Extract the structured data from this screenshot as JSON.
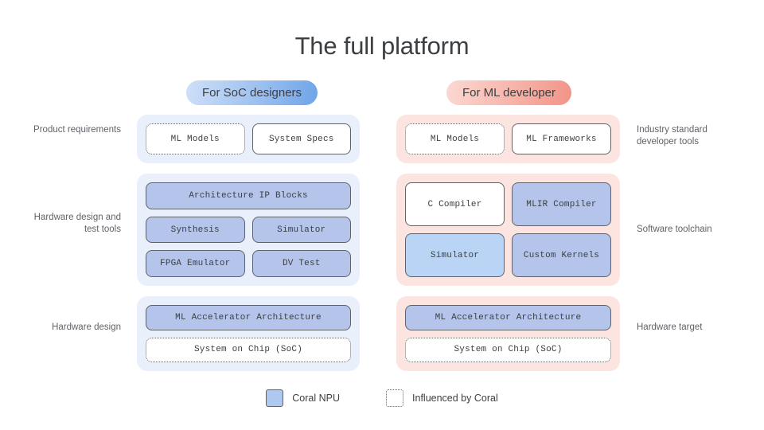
{
  "title": "The full platform",
  "columns": {
    "left_pill": "For SoC designers",
    "right_pill": "For ML developer"
  },
  "row_labels": {
    "left": [
      "Product requirements",
      "Hardware design and test tools",
      "Hardware design"
    ],
    "right": [
      "Industry standard developer tools",
      "Software toolchain",
      "Hardware target"
    ]
  },
  "panels": {
    "left": [
      {
        "rows": [
          [
            {
              "label": "ML Models",
              "style": "dotted"
            },
            {
              "label": "System Specs",
              "style": "solid"
            }
          ]
        ]
      },
      {
        "rows": [
          [
            {
              "label": "Architecture IP Blocks",
              "style": "npu"
            }
          ],
          [
            {
              "label": "Synthesis",
              "style": "npu"
            },
            {
              "label": "Simulator",
              "style": "npu"
            }
          ],
          [
            {
              "label": "FPGA Emulator",
              "style": "npu"
            },
            {
              "label": "DV Test",
              "style": "npu"
            }
          ]
        ]
      },
      {
        "rows": [
          [
            {
              "label": "ML Accelerator Architecture",
              "style": "npu"
            }
          ],
          [
            {
              "label": "System on Chip (SoC)",
              "style": "dotted"
            }
          ]
        ]
      }
    ],
    "right": [
      {
        "rows": [
          [
            {
              "label": "ML Models",
              "style": "dotted"
            },
            {
              "label": "ML Frameworks",
              "style": "solid"
            }
          ]
        ]
      },
      {
        "rows": [
          [
            {
              "label": "C Compiler",
              "style": "solid"
            },
            {
              "label": "MLIR Compiler",
              "style": "npu"
            }
          ],
          [
            {
              "label": "Simulator",
              "style": "npu-light"
            },
            {
              "label": "Custom Kernels",
              "style": "npu"
            }
          ]
        ]
      },
      {
        "rows": [
          [
            {
              "label": "ML Accelerator Architecture",
              "style": "npu"
            }
          ],
          [
            {
              "label": "System on Chip (SoC)",
              "style": "dotted"
            }
          ]
        ]
      }
    ]
  },
  "legend": [
    {
      "swatch": "npu",
      "label": "Coral NPU"
    },
    {
      "swatch": "infl",
      "label": "Influenced by Coral"
    }
  ],
  "colors": {
    "title": "#3c4043",
    "label": "#5f6368",
    "panel_blue": "#eaf0fb",
    "panel_pink": "#fce5e1",
    "npu_fill": "#b4c4ea",
    "npu_light_fill": "#b9d4f5",
    "box_border": "#5f6368",
    "pill_blue": "#9dc0f0",
    "pill_pink": "#f7b3a8"
  }
}
